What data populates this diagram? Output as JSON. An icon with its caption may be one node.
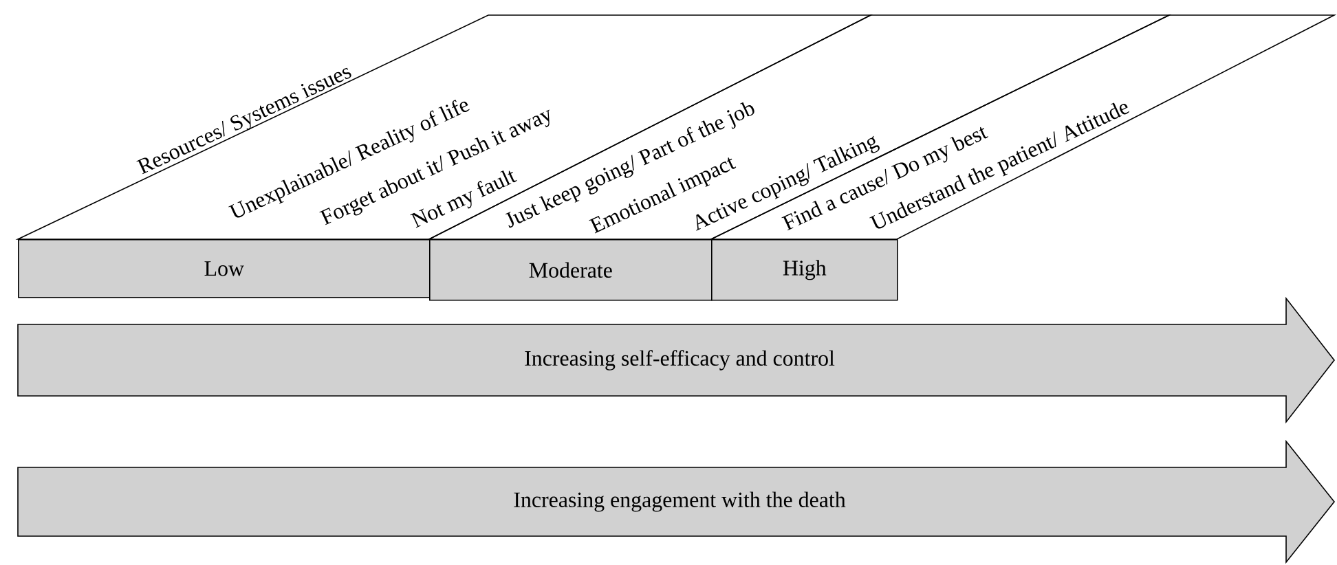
{
  "diagram": {
    "nodes": [
      {
        "text": [
          "Resources/ Systems issues",
          "Unexplainable/ Reality of life",
          "Forget about it/ Push it away",
          "Not my fault"
        ]
      },
      {
        "text": [
          "Just keep going/ Part of the job",
          "Emotional impact",
          "Active coping/ Talking"
        ]
      },
      {
        "text": [
          "Find a cause/ Do my best",
          "Understand the patient/ Attitude"
        ]
      },
      {
        "text": [
          "Low"
        ]
      },
      {
        "text": [
          "Moderate"
        ]
      },
      {
        "text": [
          "High"
        ]
      },
      {
        "text": [
          "Increasing self-efficacy and control"
        ]
      },
      {
        "text": [
          "Increasing engagement with the death"
        ]
      }
    ]
  }
}
